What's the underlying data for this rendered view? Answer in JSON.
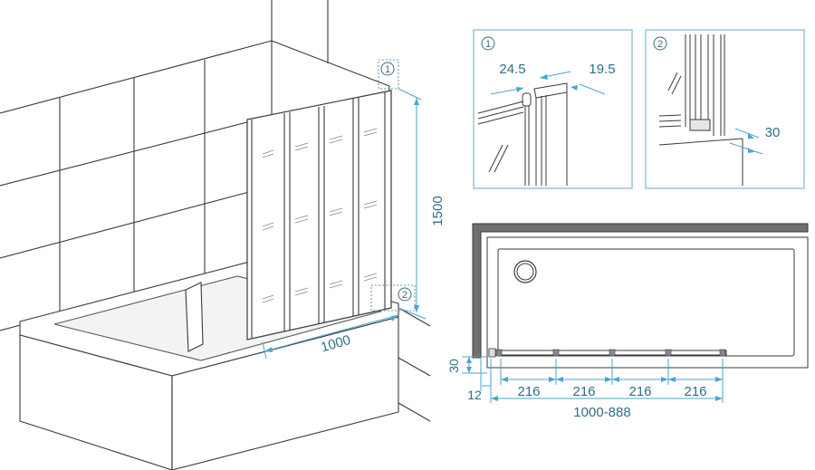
{
  "main_view": {
    "callouts": [
      "1",
      "2"
    ],
    "height_label": "1500",
    "width_label": "1000"
  },
  "detail_1": {
    "number": "1",
    "left_dim": "24.5",
    "right_dim": "19.5"
  },
  "detail_2": {
    "number": "2",
    "dim": "30"
  },
  "plan_view": {
    "panel_widths": [
      "216",
      "216",
      "216",
      "216"
    ],
    "total_width": "1000-888",
    "left_dim": "30",
    "offset_dim": "12"
  },
  "colors": {
    "line": "#3a3a3a",
    "dimension": "#2f6f86",
    "dimension_line": "#4aa6cf",
    "wall_fill": "#707070"
  }
}
